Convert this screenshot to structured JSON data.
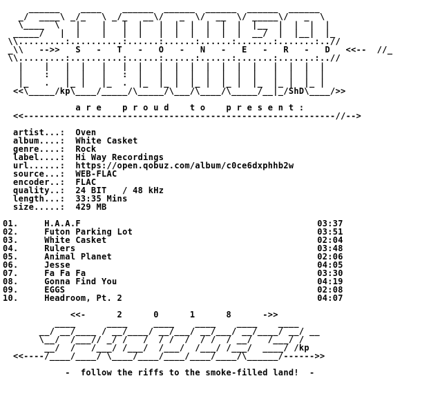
{
  "nfo": {
    "header_art": [
      "     ______    ____    ______  ______  ______  ______  ______",
      "   _/  ____\\ _/_   \\ _/_   __\\/   _  \\/  __  \\/ _____\\/   _  \\",
      "   \\____  \\   |    |   |  |   |  |  |  |  |  |  |__  |  |  |  |",
      "  _____/   |  |    |   |  |   |  |  |  |  |  |  __/  |  |__|  |_",
      " \\\\.........:..........:......:......:......:.......:.......:..//",
      " _\\\\   -->>   S   -   T   -   O   -   N   -   E   -   R   -   D   <<--  //_",
      " \\\\.........:..........:......:......:......:.......:.......:..//",
      "   |    |   |  |   |   |  |   |  |  |  |  |  |  |   |  |  |  |",
      "   |    :   |  |   |   :  |   |  |  |  |  |  |  |   |  |  |  |",
      "   |_   .   |_ |   |_  .  |_  |_ |  |_ |  |_ |  |_  |_ |  |_ |",
      "  <<\\_____/kp\\____/_____/\\_____/\\___/\\____/\\_____/__|_/ShD\\____/>>"
    ],
    "present_line": "              a r e    p r o u d    t o    p r e s e n t :",
    "divider_top": "  <<------------------------------------------------------------//-->",
    "info": [
      {
        "key": "  artist...:",
        "value": "Oven"
      },
      {
        "key": "  album....:",
        "value": "White Casket"
      },
      {
        "key": "  genre....:",
        "value": "Rock"
      },
      {
        "key": "  label....:",
        "value": "Hi Way Recordings"
      },
      {
        "key": "  url......:",
        "value": "https://open.qobuz.com/album/c0ce6dxphhb2w"
      },
      {
        "key": "  source...:",
        "value": "WEB-FLAC"
      },
      {
        "key": "  encoder..:",
        "value": "FLAC"
      },
      {
        "key": "  quality..:",
        "value": "24 BIT   / 48 kHz"
      },
      {
        "key": "  length...:",
        "value": "33:35 Mins"
      },
      {
        "key": "  size.....:",
        "value": "429 MB"
      }
    ],
    "tracks": [
      {
        "num": "01.",
        "title": "H.A.A.F",
        "time": "03:37"
      },
      {
        "num": "02.",
        "title": "Futon Parking Lot",
        "time": "03:51"
      },
      {
        "num": "03.",
        "title": "White Casket",
        "time": "02:04"
      },
      {
        "num": "04.",
        "title": "Rulers",
        "time": "03:48"
      },
      {
        "num": "05.",
        "title": "Animal Planet",
        "time": "02:06"
      },
      {
        "num": "06.",
        "title": "Jesse",
        "time": "04:05"
      },
      {
        "num": "07.",
        "title": "Fa Fa Fa",
        "time": "03:30"
      },
      {
        "num": "08.",
        "title": "Gonna Find You",
        "time": "04:19"
      },
      {
        "num": "09.",
        "title": "EGGS",
        "time": "02:08"
      },
      {
        "num": "10.",
        "title": "Headroom, Pt. 2",
        "time": "04:07"
      }
    ],
    "year_line": "             <<-      2      0      1      8      ->>",
    "footer_art": [
      "          ____      ____     ____    ____    ____    ____",
      "       __/ __/____ / __/____/ __/___/ __/___/ __/____/ __/ __",
      "       \\__/  /___// _/ /   /  / /  /  / /  / __/   /___/ /",
      "        __/  /   /___/ /___/  /___/  /___/ /___/  ____/ /kp",
      "  <<----/____/____/ \\____/____/____/____/____/\\______/------>>"
    ],
    "tagline": "            -  follow the riffs to the smoke-filled land!  -"
  }
}
